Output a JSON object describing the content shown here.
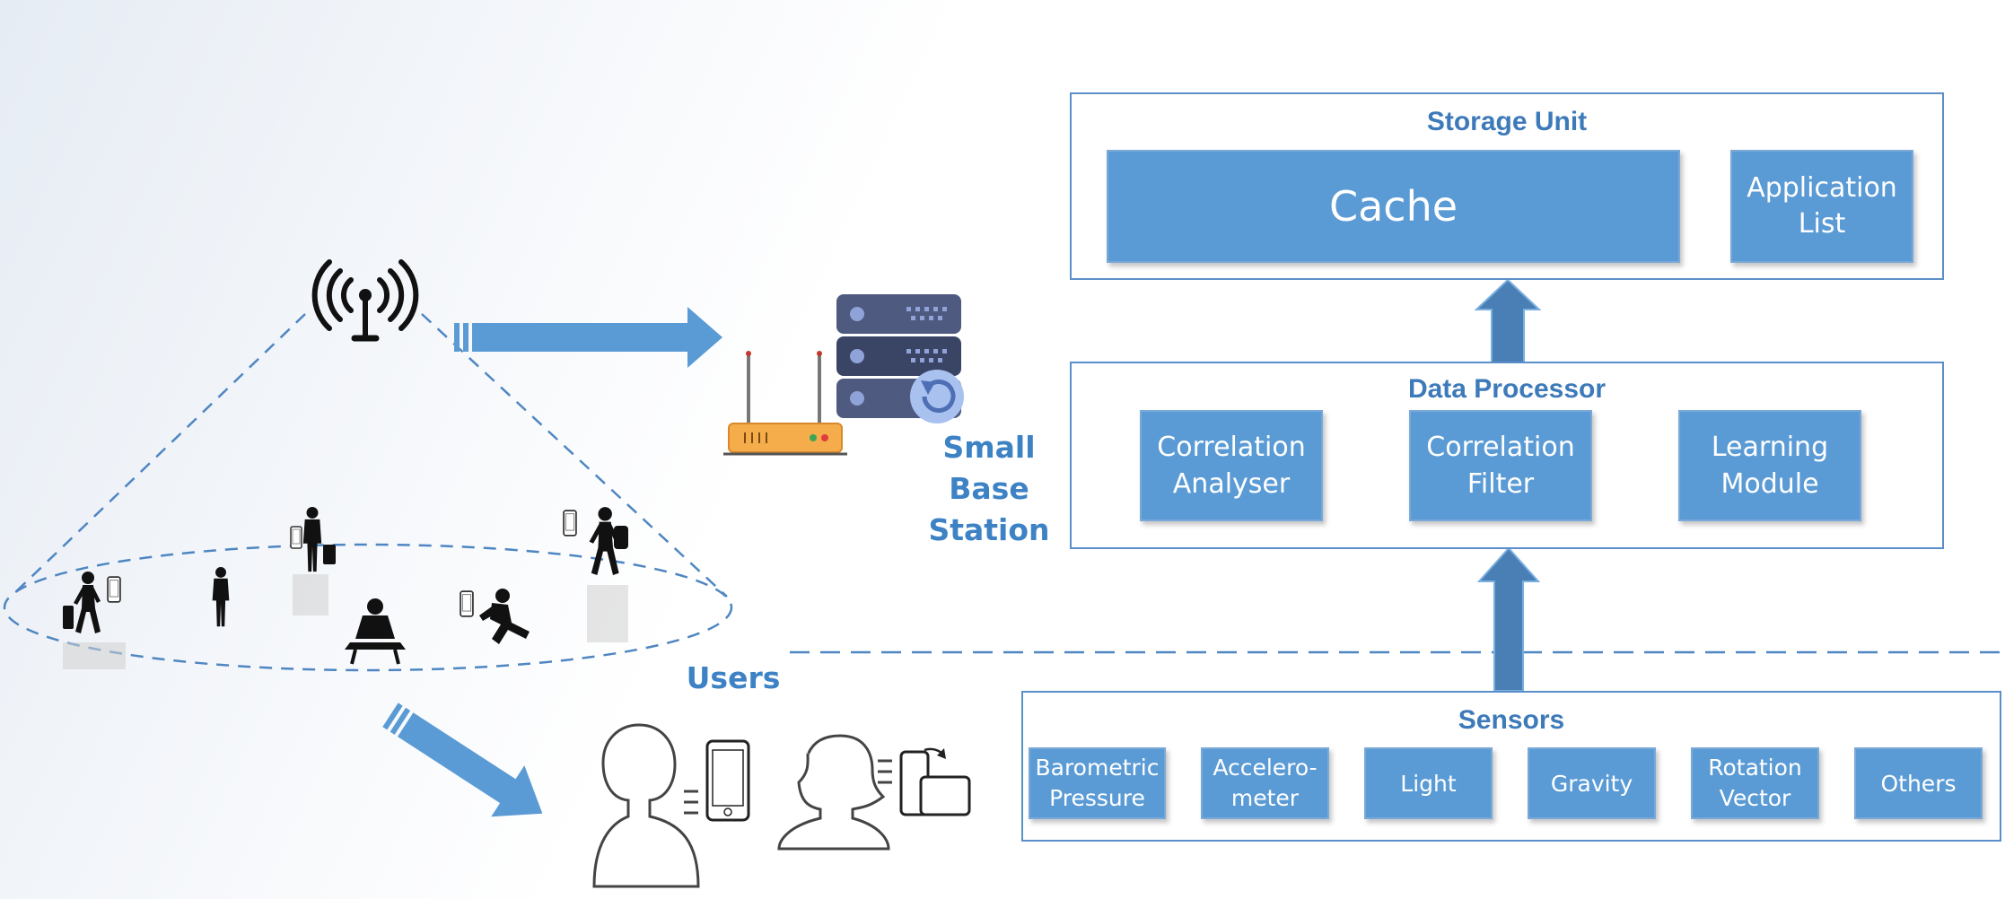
{
  "storage_unit": {
    "title": "Storage Unit",
    "cache_label": "Cache",
    "app_list_label": "Application\nList"
  },
  "data_processor": {
    "title": "Data Processor",
    "modules": [
      "Correlation\nAnalyser",
      "Correlation\nFilter",
      "Learning\nModule"
    ]
  },
  "sensors": {
    "title": "Sensors",
    "items": [
      "Barometric\nPressure",
      "Accelero-\nmeter",
      "Light",
      "Gravity",
      "Rotation\nVector",
      "Others"
    ]
  },
  "labels": {
    "small_base_station": "Small Base\nStation",
    "users": "Users"
  },
  "colors": {
    "box_fill": "#5b9bd5",
    "panel_border": "#5b8fc9",
    "label_blue": "#3d82c4",
    "arrow_blue": "#5b9bd5",
    "up_arrow": "#4a7fb5"
  },
  "icons": [
    "antenna-tower-icon",
    "router-icon",
    "server-stack-icon",
    "person-icon",
    "smartphone-icon",
    "tablet-icon",
    "pedestrian-icon"
  ]
}
